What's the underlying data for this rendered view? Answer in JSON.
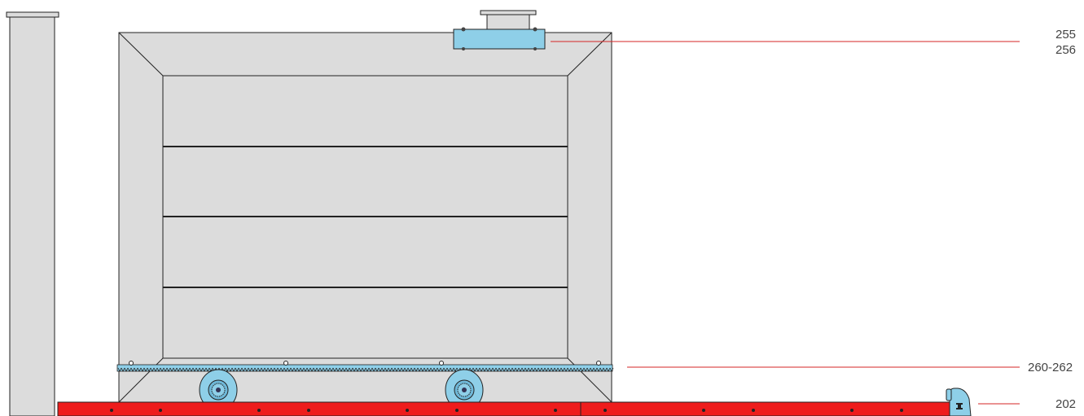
{
  "callouts": {
    "top": {
      "line1": "255",
      "line2": "256"
    },
    "rail": {
      "label": "260-262"
    },
    "bottom": {
      "label": "202"
    }
  },
  "colors": {
    "leader_line": "#d42626",
    "base_beam": "#ee1c1c",
    "gate_fill": "#dcdcdc",
    "component_blue": "#8ecfe8",
    "outline": "#222222"
  }
}
